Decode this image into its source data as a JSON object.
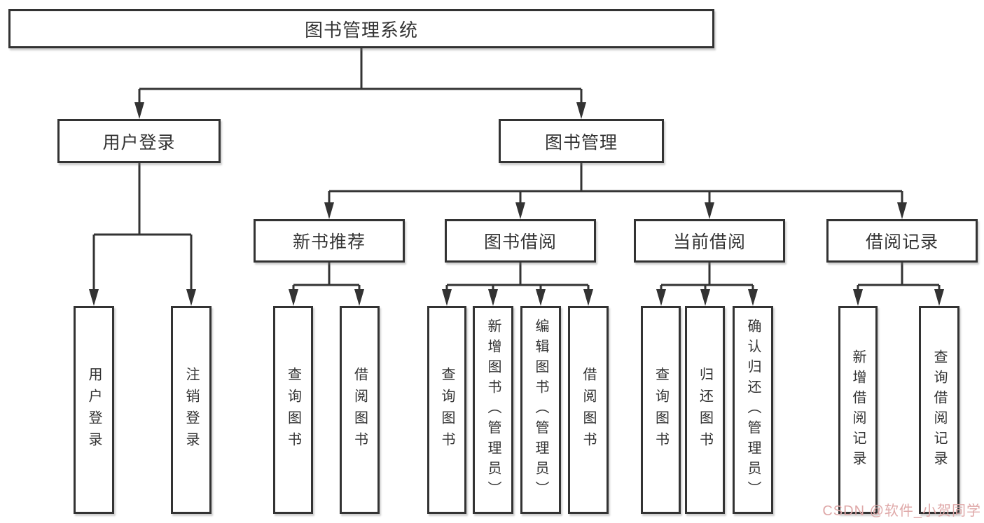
{
  "colors": {
    "line": "#333333",
    "text": "#333333",
    "box_background": "#ffffff",
    "watermark": "#dfa8a8"
  },
  "tree": {
    "root": {
      "label": "图书管理系统"
    },
    "branches": [
      {
        "label": "用户登录",
        "leaves": [
          {
            "label": "用户登录"
          },
          {
            "label": "注销登录"
          }
        ]
      },
      {
        "label": "图书管理",
        "groups": [
          {
            "label": "新书推荐",
            "leaves": [
              {
                "label": "查询图书"
              },
              {
                "label": "借阅图书"
              }
            ]
          },
          {
            "label": "图书借阅",
            "leaves": [
              {
                "label": "查询图书"
              },
              {
                "label": "新增图书（管理员）"
              },
              {
                "label": "编辑图书（管理员）"
              },
              {
                "label": "借阅图书"
              }
            ]
          },
          {
            "label": "当前借阅",
            "leaves": [
              {
                "label": "查询图书"
              },
              {
                "label": "归还图书"
              },
              {
                "label": "确认归还（管理员）"
              }
            ]
          },
          {
            "label": "借阅记录",
            "leaves": [
              {
                "label": "新增借阅记录"
              },
              {
                "label": "查询借阅记录"
              }
            ]
          }
        ]
      }
    ]
  },
  "watermark": {
    "text": "CSDN @软件_小贺同学"
  }
}
